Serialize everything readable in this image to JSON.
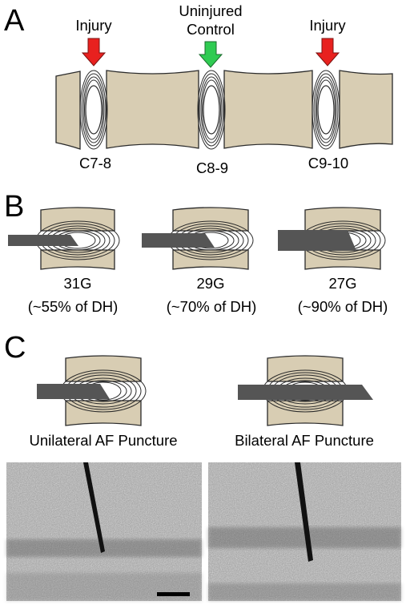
{
  "panels": {
    "a": {
      "letter": "A",
      "injury_label_left": "Injury",
      "control_label_line1": "Uninjured",
      "control_label_line2": "Control",
      "injury_label_right": "Injury",
      "levels": [
        "C7-8",
        "C8-9",
        "C9-10"
      ]
    },
    "b": {
      "letter": "B",
      "gauges": [
        "31G",
        "29G",
        "27G"
      ],
      "percents": [
        "(~55% of DH)",
        "(~70% of DH)",
        "(~90% of DH)"
      ]
    },
    "c": {
      "letter": "C",
      "unilateral_label": "Unilateral AF Puncture",
      "bilateral_label": "Bilateral AF Puncture"
    }
  },
  "colors": {
    "bone": "#d8cdb3",
    "outline": "#2a2a2a",
    "needle": "#555555",
    "injury_arrow": "#e8211f",
    "control_arrow": "#2fcb52",
    "nucleus": "#ffffff"
  }
}
